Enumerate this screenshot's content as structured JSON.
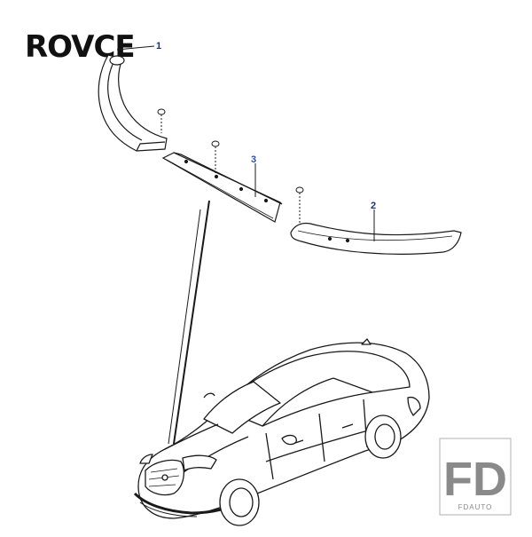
{
  "brand": {
    "logo_text": "ROVCE"
  },
  "callouts": [
    {
      "id": "callout-1",
      "label": "1"
    },
    {
      "id": "callout-2",
      "label": "2"
    },
    {
      "id": "callout-3",
      "label": "3"
    }
  ],
  "watermark": {
    "main": "FD",
    "sub": "FDAUTO"
  },
  "colors": {
    "line": "#1a1a1a",
    "part_fill": "#ffffff",
    "callout": "#1c2f80",
    "callout_3": "#1f4fcf",
    "watermark": "#8a8a8a",
    "logo": "#111111",
    "logo_accent": "#c0262d"
  }
}
